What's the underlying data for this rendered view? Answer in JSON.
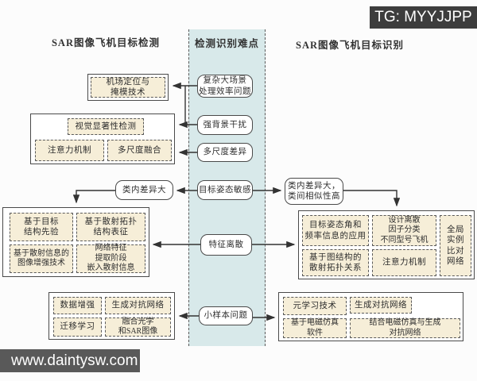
{
  "colors": {
    "band": "#d8e9ea",
    "leaf_fill": "#f6eed8",
    "node_fill": "#ffffff",
    "border": "#4a4a4a",
    "badge_bg": "#3d3d3d",
    "watermark_bg": "#595959",
    "arrow": "#333333"
  },
  "badge": {
    "label": "TG: MYYJJPP"
  },
  "watermark": {
    "label": "www.daintysw.com"
  },
  "headers": {
    "left": "SAR图像飞机目标检测",
    "middle": "检测识别难点",
    "right": "SAR图像飞机目标识别"
  },
  "difficulties": {
    "complex_scene": "复杂大场景\n处理效率问题",
    "background_clutter": "强背景干扰",
    "scale_difference": "多尺度差异",
    "pose_sensitive": "目标姿态敏感",
    "feature_discrete": "特征离散",
    "small_sample": "小样本问题"
  },
  "detection": {
    "airport_masking": "机场定位与\n掩模技术",
    "visual_saliency": "视觉显著性检测",
    "attention": "注意力机制",
    "multiscale_fusion": "多尺度融合",
    "intra_class_variance": "类内差异大",
    "structure_prior": "基于目标\n结构先验",
    "scatter_topology": "基于散射拓扑\n结构表征",
    "scatter_enhancement": "基于散射信息的\n图像增强技术",
    "network_embedding": "网络特征\n提取阶段\n嵌入散射信息",
    "data_augmentation": "数据增强",
    "gan": "生成对抗网络",
    "transfer_learning": "迁移学习",
    "optical_sar_fusion": "融合光学\n和SAR图像"
  },
  "recognition": {
    "intra_inter_class": "类内差异大，\n类间相似性高",
    "pose_frequency": "目标姿态角和\n频率信息的应用",
    "discrete_factor": "设计离散\n因子分类\n不同型号飞机",
    "global_instance": "全局\n实例\n比对\n网络",
    "graph_topology": "基于图结构的\n散射拓扑关系",
    "attention": "注意力机制",
    "meta_learning": "元学习技术",
    "gan": "生成对抗网络",
    "em_simulation": "基于电磁仿真\n软件",
    "em_gan": "结合电磁仿真与生成\n对抗网络"
  }
}
